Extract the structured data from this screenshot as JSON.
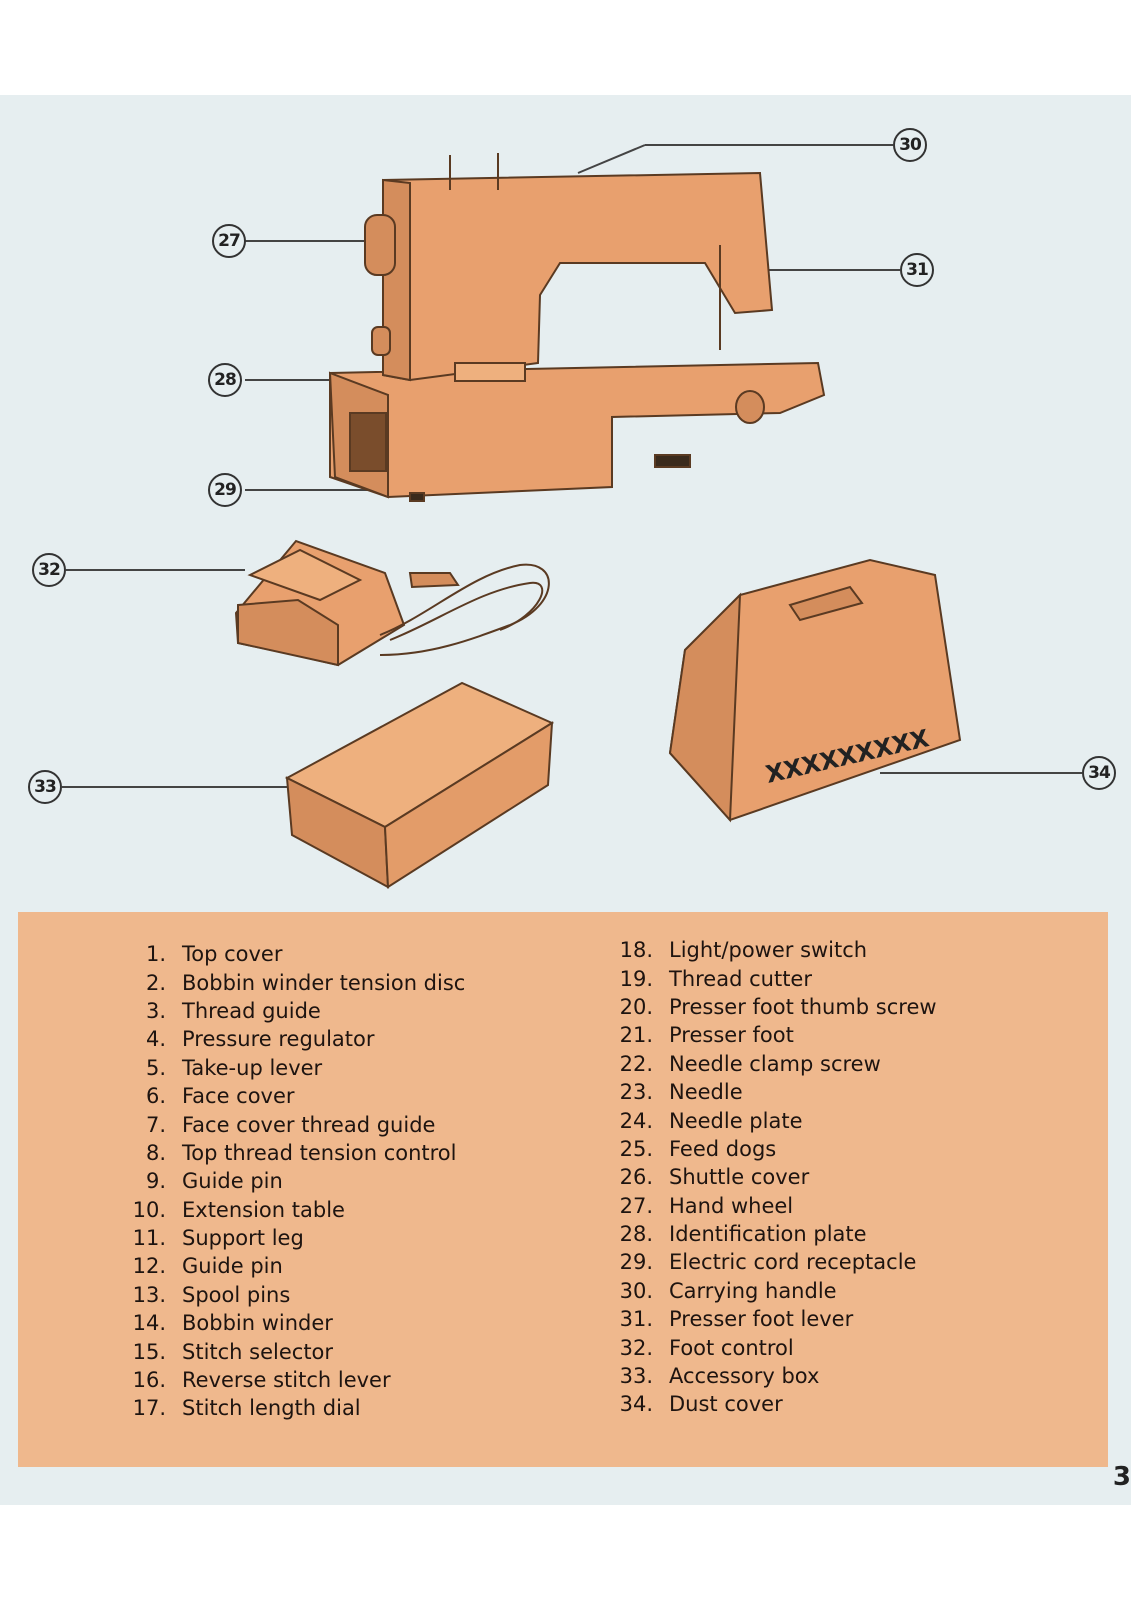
{
  "diagram": {
    "callouts": [
      "27",
      "28",
      "29",
      "30",
      "31",
      "32",
      "33",
      "34"
    ],
    "dust_cover_marking": "XXXXXXXXX"
  },
  "legend": {
    "left": [
      {
        "num": "1.",
        "label": "Top cover"
      },
      {
        "num": "2.",
        "label": "Bobbin winder tension disc"
      },
      {
        "num": "3.",
        "label": "Thread guide"
      },
      {
        "num": "4.",
        "label": "Pressure regulator"
      },
      {
        "num": "5.",
        "label": "Take-up lever"
      },
      {
        "num": "6.",
        "label": "Face cover"
      },
      {
        "num": "7.",
        "label": "Face cover thread guide"
      },
      {
        "num": "8.",
        "label": "Top thread tension control"
      },
      {
        "num": "9.",
        "label": "Guide pin"
      },
      {
        "num": "10.",
        "label": "Extension table"
      },
      {
        "num": "11.",
        "label": "Support leg"
      },
      {
        "num": "12.",
        "label": "Guide pin"
      },
      {
        "num": "13.",
        "label": "Spool pins"
      },
      {
        "num": "14.",
        "label": "Bobbin winder"
      },
      {
        "num": "15.",
        "label": "Stitch selector"
      },
      {
        "num": "16.",
        "label": "Reverse stitch lever"
      },
      {
        "num": "17.",
        "label": "Stitch length dial"
      }
    ],
    "right": [
      {
        "num": "18.",
        "label": "Light/power switch"
      },
      {
        "num": "19.",
        "label": "Thread cutter"
      },
      {
        "num": "20.",
        "label": "Presser foot thumb screw"
      },
      {
        "num": "21.",
        "label": "Presser foot"
      },
      {
        "num": "22.",
        "label": "Needle clamp screw"
      },
      {
        "num": "23.",
        "label": "Needle"
      },
      {
        "num": "24.",
        "label": "Needle plate"
      },
      {
        "num": "25.",
        "label": "Feed dogs"
      },
      {
        "num": "26.",
        "label": "Shuttle cover"
      },
      {
        "num": "27.",
        "label": "Hand wheel"
      },
      {
        "num": "28.",
        "label": "Identification plate"
      },
      {
        "num": "29.",
        "label": "Electric cord receptacle"
      },
      {
        "num": "30.",
        "label": "Carrying handle"
      },
      {
        "num": "31.",
        "label": "Presser foot lever"
      },
      {
        "num": "32.",
        "label": "Foot control"
      },
      {
        "num": "33.",
        "label": "Accessory box"
      },
      {
        "num": "34.",
        "label": "Dust cover"
      }
    ]
  },
  "page_number": "3"
}
